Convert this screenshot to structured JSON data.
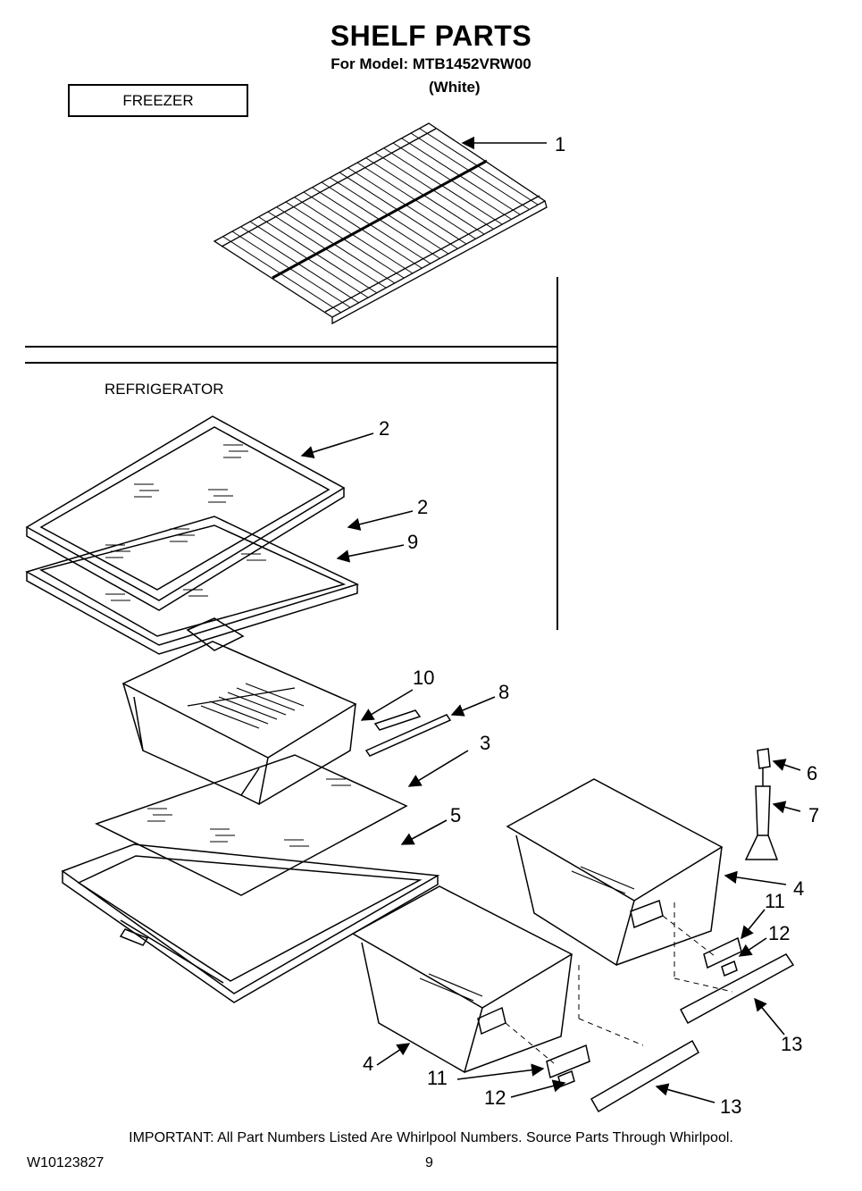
{
  "header": {
    "title": "SHELF PARTS",
    "subtitle": "For Model: MTB1452VRW00",
    "variant": "(White)"
  },
  "sections": {
    "freezer": "FREEZER",
    "refrigerator": "REFRIGERATOR"
  },
  "callouts": {
    "c1": "1",
    "c2a": "2",
    "c2b": "2",
    "c9": "9",
    "c10": "10",
    "c8": "8",
    "c3": "3",
    "c6": "6",
    "c7": "7",
    "c5": "5",
    "c4a": "4",
    "c11a": "11",
    "c12a": "12",
    "c13a": "13",
    "c4b": "4",
    "c11b": "11",
    "c12b": "12",
    "c13b": "13"
  },
  "footer": {
    "note": "IMPORTANT: All Part Numbers Listed Are Whirlpool Numbers. Source Parts Through Whirlpool.",
    "doc_number": "W10123827",
    "page": "9"
  }
}
